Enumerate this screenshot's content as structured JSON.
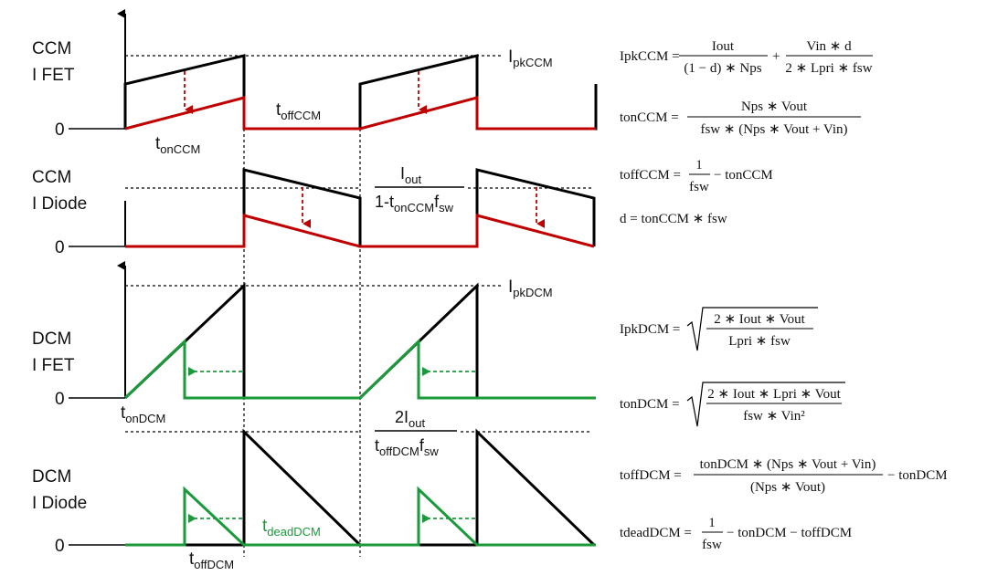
{
  "colors": {
    "waveform": "#000000",
    "ccm_secondary": "#c00000",
    "dcm_secondary": "#1a9a3a",
    "dotted_guides": "#000000"
  },
  "plots": {
    "ccm_fet": {
      "line1": "CCM",
      "line2": "I FET",
      "zero": "0",
      "peak_label": "I",
      "peak_sub": "pkCCM",
      "ton_label": "t",
      "ton_sub": "onCCM",
      "toff_label": "t",
      "toff_sub": "offCCM"
    },
    "ccm_diode": {
      "line1": "CCM",
      "line2": "I Diode",
      "zero": "0",
      "frac_num_main": "I",
      "frac_num_sub": "out",
      "frac_den_main": "1-t",
      "frac_den_sub": "onCCM",
      "frac_den_tail": "f",
      "frac_den_tail_sub": "sw"
    },
    "dcm_fet": {
      "line1": "DCM",
      "line2": "I FET",
      "zero": "0",
      "peak_label": "I",
      "peak_sub": "pkDCM",
      "ton_label": "t",
      "ton_sub": "onDCM"
    },
    "dcm_diode": {
      "line1": "DCM",
      "line2": "I Diode",
      "zero": "0",
      "frac_num_main": "2I",
      "frac_num_sub": "out",
      "frac_den_main": "t",
      "frac_den_sub": "offDCM",
      "frac_den_tail": "f",
      "frac_den_tail_sub": "sw",
      "dead_label": "t",
      "dead_sub": "deadDCM",
      "toff_label": "t",
      "toff_sub": "offDCM"
    }
  },
  "equations": {
    "ipkccm": {
      "lhs": "IpkCCM =",
      "t1_num": "Iout",
      "t1_den": "(1 − d) ∗ Nps",
      "plus": "+",
      "t2_num": "Vin ∗ d",
      "t2_den": "2 ∗ Lpri ∗ fsw"
    },
    "tonccm": {
      "lhs": "tonCCM =",
      "num": "Nps ∗ Vout",
      "den": "fsw ∗ (Nps ∗ Vout + Vin)"
    },
    "toffccm": {
      "lhs": "toffCCM =",
      "num": "1",
      "den": "fsw",
      "tail": "− tonCCM"
    },
    "d": {
      "text": "d = tonCCM ∗ fsw"
    },
    "ipkdcm": {
      "lhs": "IpkDCM =",
      "num": "2 ∗ Iout ∗ Vout",
      "den": "Lpri ∗ fsw"
    },
    "tondcm": {
      "lhs": "tonDCM =",
      "num": "2 ∗ Iout ∗ Lpri ∗ Vout",
      "den": "fsw ∗ Vin²"
    },
    "toffdcm": {
      "lhs": "toffDCM =",
      "num": "tonDCM ∗ (Nps ∗ Vout + Vin)",
      "den": "(Nps ∗ Vout)",
      "tail": "−  tonDCM"
    },
    "tdeaddcm": {
      "lhs": "tdeadDCM =",
      "num": "1",
      "den": "fsw",
      "tail": "− tonDCM −  toffDCM"
    }
  }
}
